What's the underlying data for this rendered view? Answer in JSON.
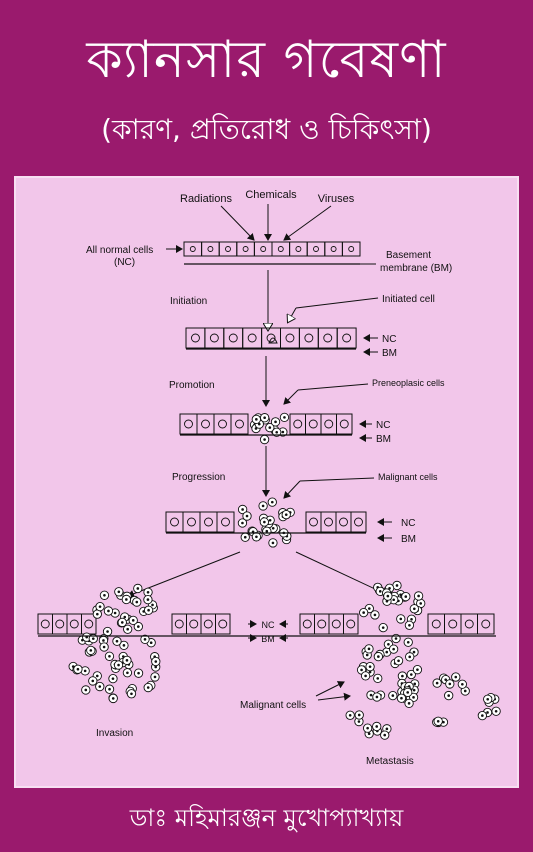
{
  "book": {
    "title": "ক্যানসার গবেষণা",
    "subtitle": "(কারণ, প্রতিরোধ ও চিকিৎসা)",
    "author": "ডাঃ মহিমারঞ্জন মুখোপ্যাখ্যায়"
  },
  "diagram": {
    "top_labels": [
      "Radiations",
      "Chemicals",
      "Viruses"
    ],
    "all_normal_cells": "All normal cells",
    "nc_paren": "(NC)",
    "basement": "Basement",
    "membrane_bm": "membrane (BM)",
    "initiation": "Initiation",
    "initiated_cell": "Initiated cell",
    "promotion": "Promotion",
    "preneoplastic": "Preneoplasic cells",
    "progression": "Progression",
    "malignant_cells_top": "Malignant cells",
    "nc": "NC",
    "bm": "BM",
    "invasion": "Invasion",
    "malignant_cells_bottom": "Malignant cells",
    "metastasis": "Metastasis"
  },
  "colors": {
    "background": "#9a1a6d",
    "panel": "#f2c6ea",
    "text_on_cover": "#ffffff"
  }
}
